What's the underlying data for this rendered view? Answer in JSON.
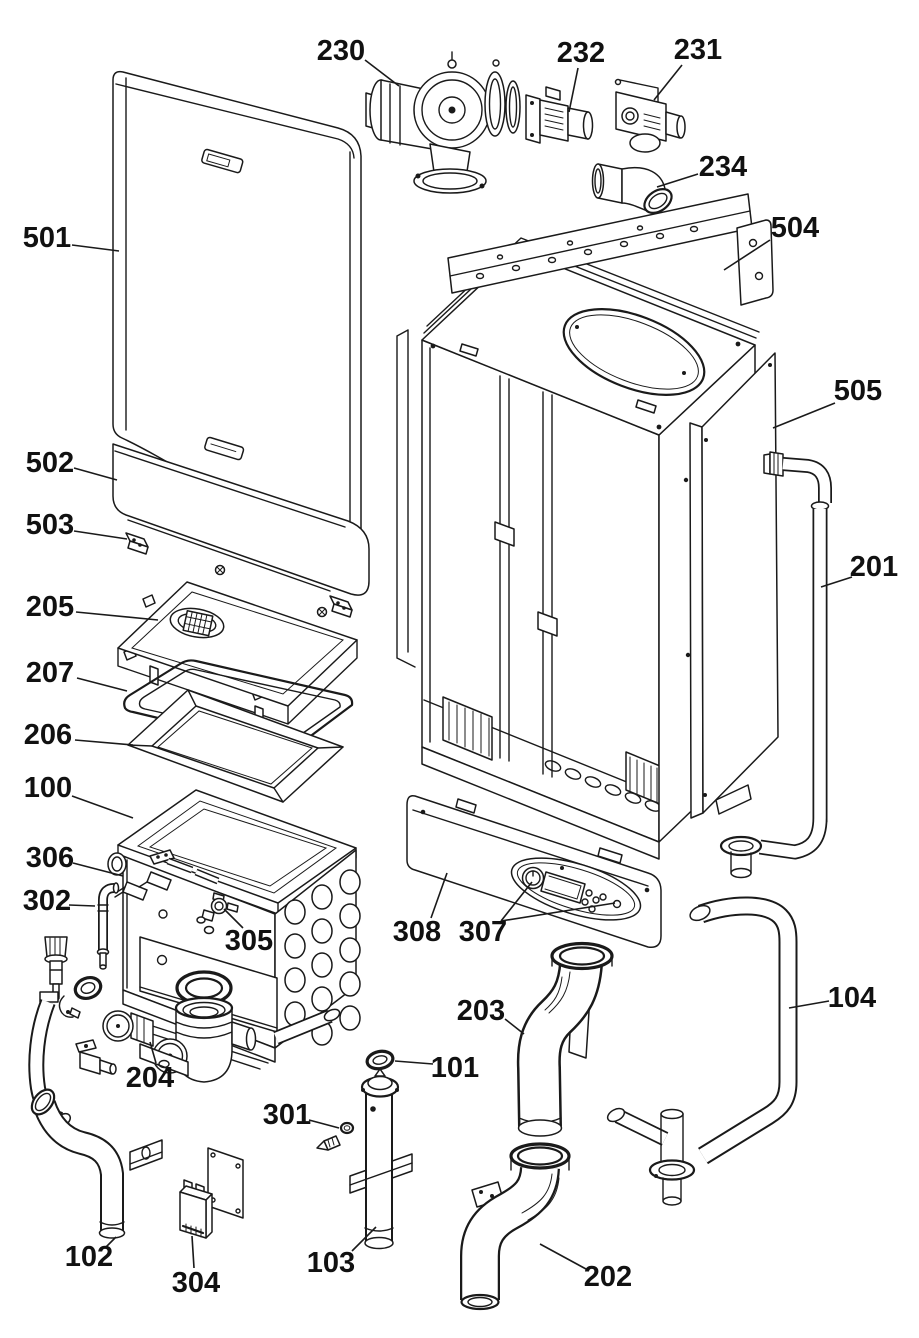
{
  "diagram": {
    "kind": "boiler-exploded-parts-diagram",
    "colors": {
      "line": "#1a1a1a",
      "background": "#ffffff"
    },
    "labels": {
      "100": "100",
      "101": "101",
      "102": "102",
      "103": "103",
      "104": "104",
      "201": "201",
      "202": "202",
      "203": "203",
      "204": "204",
      "205": "205",
      "206": "206",
      "207": "207",
      "230": "230",
      "231": "231",
      "232": "232",
      "234": "234",
      "301": "301",
      "302": "302",
      "304": "304",
      "305": "305",
      "306": "306",
      "307": "307",
      "308": "308",
      "501": "501",
      "502": "502",
      "503": "503",
      "504": "504",
      "505": "505"
    }
  }
}
